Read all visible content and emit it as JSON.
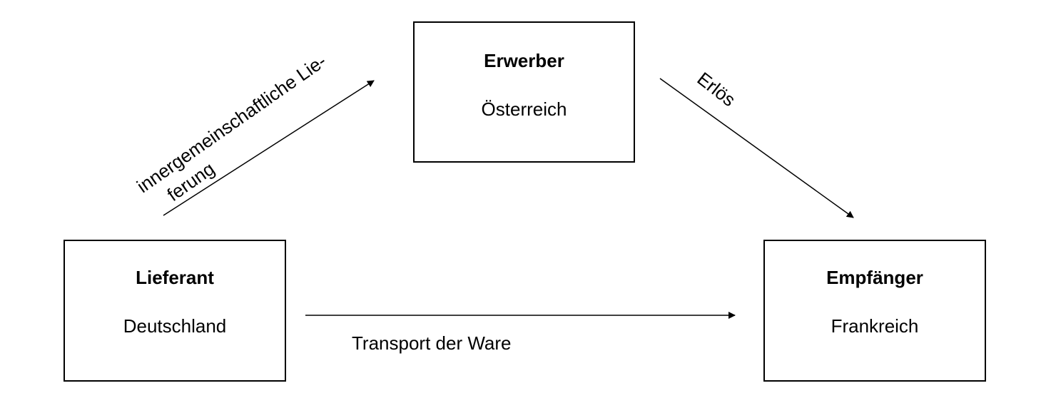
{
  "nodes": {
    "erwerber": {
      "title": "Erwerber",
      "country": "Österreich"
    },
    "lieferant": {
      "title": "Lieferant",
      "country": "Deutschland"
    },
    "empfaenger": {
      "title": "Empfänger",
      "country": "Frankreich"
    }
  },
  "edges": {
    "delivery": {
      "line1": "innergemeinschaftliche Lie-",
      "line2": "ferung"
    },
    "proceeds": {
      "label": "Erlös"
    },
    "transport": {
      "label": "Transport der Ware"
    }
  }
}
